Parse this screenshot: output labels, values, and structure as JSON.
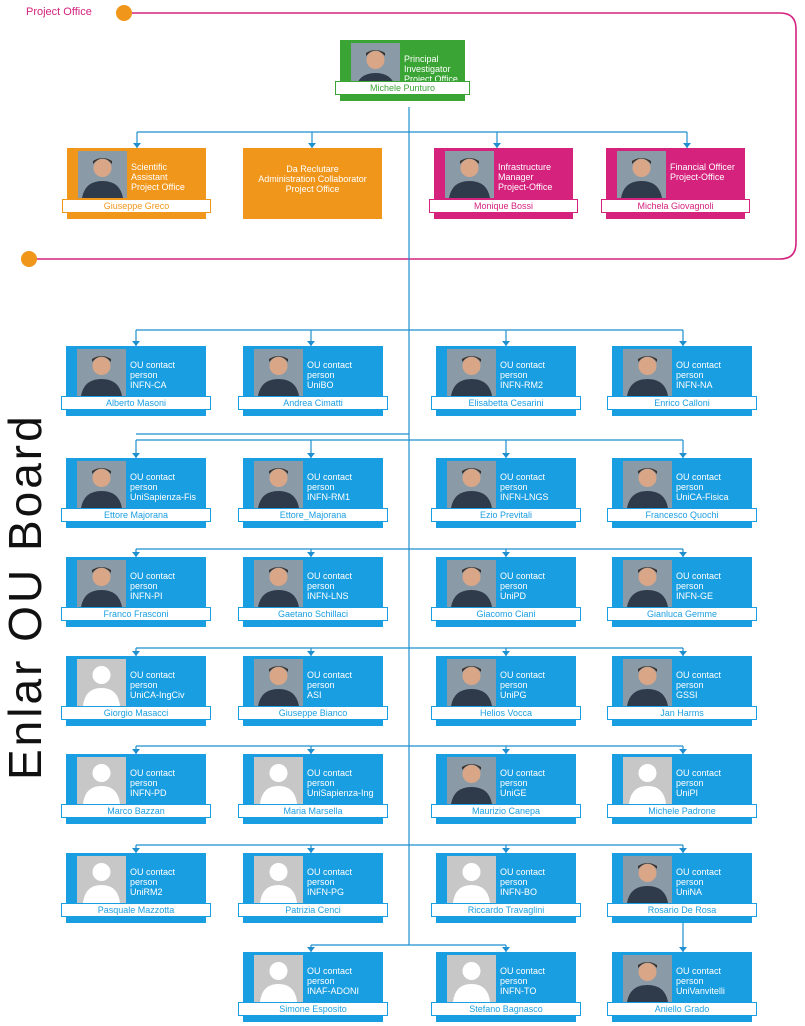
{
  "project_office_label": "Project Office",
  "side_title": "Enlar OU Board",
  "colors": {
    "magenta": "#d4227d",
    "connector": "#1f8fcf",
    "green": "#3aa535",
    "orange": "#f0961a",
    "blue": "#1a9ee2"
  },
  "principal": {
    "name": "Michele Punturo",
    "role": "Principal\nInvestigator\nProject Office",
    "color": "green",
    "photo": "person-photo"
  },
  "office": [
    {
      "name": "Giuseppe Greco",
      "role": "Scientific\nAssistant\nProject Office",
      "color": "orange",
      "photo": "person-photo"
    },
    {
      "name": "",
      "role": "Da Reclutare\nAdministration Collaborator\nProject Office",
      "color": "orange",
      "photo": "none"
    },
    {
      "name": "Monique Bossi",
      "role": "Infrastructure\nManager\nProject-Office",
      "color": "magenta",
      "photo": "person-photo"
    },
    {
      "name": "Michela Giovagnoli",
      "role": "Financial Officer\nProject-Office",
      "color": "magenta",
      "photo": "person-photo"
    }
  ],
  "ou_rows": [
    [
      {
        "name": "Alberto Masoni",
        "role": "OU contact\nperson\nINFN-CA",
        "photo": "person-photo"
      },
      {
        "name": "Andrea Cimatti",
        "role": "OU contact\nperson\nUniBO",
        "photo": "person-photo"
      },
      {
        "name": "Elisabetta Cesarini",
        "role": "OU contact\nperson\nINFN-RM2",
        "photo": "person-photo"
      },
      {
        "name": "Enrico Calloni",
        "role": "OU contact\nperson\nINFN-NA",
        "photo": "person-photo"
      }
    ],
    [
      {
        "name": "Ettore Majorana",
        "role": "OU contact\nperson\nUniSapienza-Fis",
        "photo": "person-photo"
      },
      {
        "name": "Ettore_Majorana",
        "role": "OU contact\nperson\nINFN-RM1",
        "photo": "person-photo"
      },
      {
        "name": "Ezio Previtali",
        "role": "OU contact\nperson\nINFN-LNGS",
        "photo": "person-photo"
      },
      {
        "name": "Francesco Quochi",
        "role": "OU contact\nperson\nUniCA-Fisica",
        "photo": "person-photo"
      }
    ],
    [
      {
        "name": "Franco Frasconi",
        "role": "OU contact\nperson\nINFN-PI",
        "photo": "person-photo"
      },
      {
        "name": "Gaetano Schillaci",
        "role": "OU contact\nperson\nINFN-LNS",
        "photo": "person-photo"
      },
      {
        "name": "Giacomo Ciani",
        "role": "OU contact\nperson\nUniPD",
        "photo": "person-photo"
      },
      {
        "name": "Gianluca Gemme",
        "role": "OU contact\nperson\nINFN-GE",
        "photo": "person-photo"
      }
    ],
    [
      {
        "name": "Giorgio Masacci",
        "role": "OU contact\nperson\nUniCA-IngCiv",
        "photo": "placeholder-avatar"
      },
      {
        "name": "Giuseppe Bianco",
        "role": "OU contact\nperson\nASI",
        "photo": "person-photo"
      },
      {
        "name": "Helios Vocca",
        "role": "OU contact\nperson\nUniPG",
        "photo": "person-photo"
      },
      {
        "name": "Jan Harms",
        "role": "OU contact\nperson\nGSSI",
        "photo": "person-photo"
      }
    ],
    [
      {
        "name": "Marco Bazzan",
        "role": "OU contact\nperson\nINFN-PD",
        "photo": "placeholder-avatar"
      },
      {
        "name": "Maria Marsella",
        "role": "OU contact\nperson\nUniSapienza-Ing",
        "photo": "placeholder-avatar"
      },
      {
        "name": "Maurizio Canepa",
        "role": "OU contact\nperson\nUniGE",
        "photo": "person-photo"
      },
      {
        "name": "Michele Padrone",
        "role": "OU contact\nperson\nUniPI",
        "photo": "placeholder-avatar"
      }
    ],
    [
      {
        "name": "Pasquale Mazzotta",
        "role": "OU contact\nperson\nUniRM2",
        "photo": "placeholder-avatar"
      },
      {
        "name": "Patrizia Cenci",
        "role": "OU contact\nperson\nINFN-PG",
        "photo": "placeholder-avatar"
      },
      {
        "name": "Riccardo Travaglini",
        "role": "OU contact\nperson\nINFN-BO",
        "photo": "placeholder-avatar"
      },
      {
        "name": "Rosario De Rosa",
        "role": "OU contact\nperson\nUniNA",
        "photo": "person-photo"
      }
    ],
    [
      null,
      {
        "name": "Simone Esposito",
        "role": "OU contact\nperson\nINAF-ADONI",
        "photo": "placeholder-avatar"
      },
      {
        "name": "Stefano Bagnasco",
        "role": "OU contact\nperson\nINFN-TO",
        "photo": "placeholder-avatar"
      },
      {
        "name": "Aniello Grado",
        "role": "OU contact\nperson\nUniVanvitelli",
        "photo": "person-photo"
      }
    ]
  ]
}
